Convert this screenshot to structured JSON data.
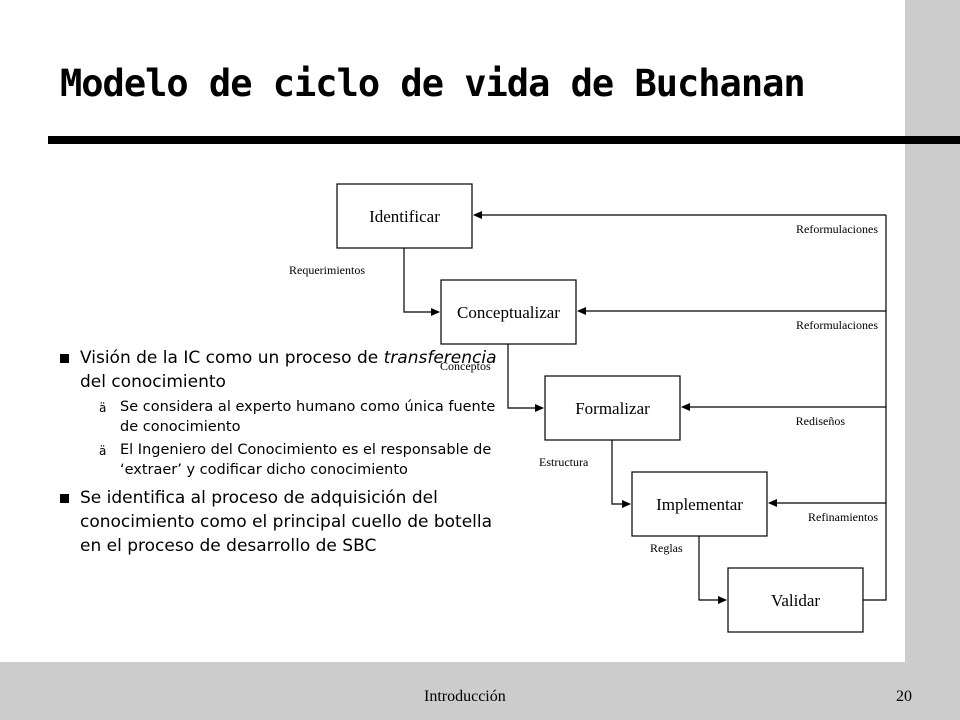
{
  "slide": {
    "title": "Modelo de ciclo de vida de Buchanan",
    "footer_title": "Introducción",
    "page_number": "20"
  },
  "bullets": [
    {
      "segments": [
        "Visión de la IC como un proceso de ",
        "transferencia",
        " del conocimiento"
      ],
      "sub": [
        "Se considera al experto humano como única fuente de conocimiento",
        "El Ingeniero del Conocimiento es el responsable de ‘extraer’ y codificar dicho conocimiento"
      ]
    },
    {
      "text": "Se identifica al proceso de adquisición del conocimiento como el principal cuello de botella en el proceso de desarrollo de SBC"
    }
  ],
  "diagram": {
    "stages": [
      "Identificar",
      "Conceptualizar",
      "Formalizar",
      "Implementar",
      "Validar"
    ],
    "forward_labels": [
      "Requerimientos",
      "Conceptos",
      "Estructura",
      "Reglas"
    ],
    "feedback_labels": [
      "Reformulaciones",
      "Reformulaciones",
      "Rediseños",
      "Refinamientos"
    ]
  },
  "colors": {
    "background": "#ffffff",
    "sidebar": "#cccccc",
    "text": "#000000"
  }
}
